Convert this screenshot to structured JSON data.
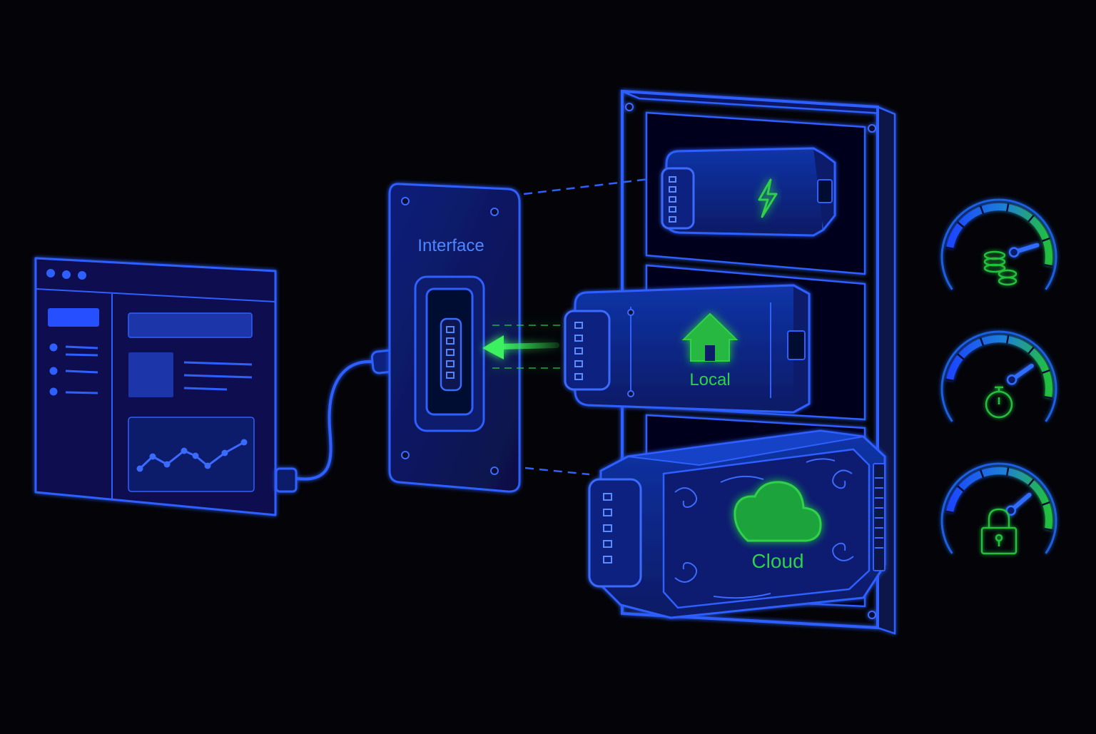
{
  "interface_panel": {
    "label": "Interface"
  },
  "modules": [
    {
      "id": "power",
      "icon": "lightning-bolt-icon",
      "label": ""
    },
    {
      "id": "local",
      "icon": "house-icon",
      "label": "Local"
    },
    {
      "id": "cloud",
      "icon": "cloud-icon",
      "label": "Cloud"
    }
  ],
  "gauges": [
    {
      "icon": "coins-icon",
      "level": 0.85
    },
    {
      "icon": "stopwatch-icon",
      "level": 0.75
    },
    {
      "icon": "padlock-icon",
      "level": 0.72
    }
  ],
  "colors": {
    "background": "#030308",
    "outline_blue": "#2f5fff",
    "fill_blue": "#0d1a66",
    "accent_green": "#2fd14a",
    "gauge_green": "#22c03c"
  }
}
